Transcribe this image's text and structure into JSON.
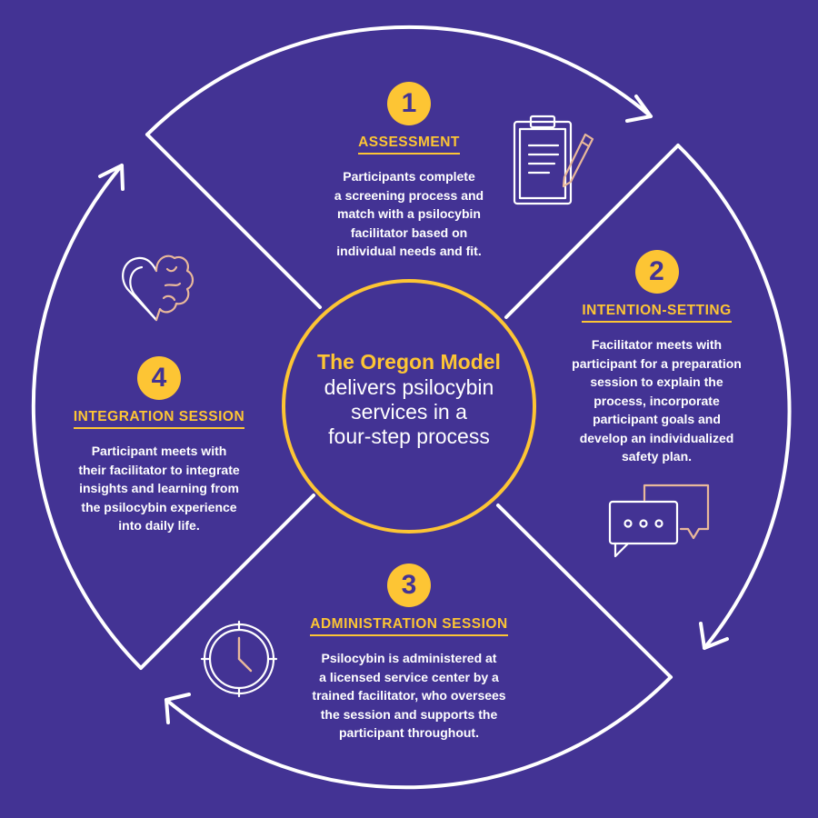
{
  "colors": {
    "background": "#433394",
    "accent": "#fdc534",
    "text": "#ffffff",
    "line": "#ffffff",
    "icon_accent": "#e9b89a"
  },
  "center": {
    "title": "The Oregon Model",
    "body": "delivers psilocybin\nservices in a\nfour-step process"
  },
  "steps": [
    {
      "number": "1",
      "title": "ASSESSMENT",
      "description": "Participants complete\na screening process and\nmatch with a psilocybin\nfacilitator based on\nindividual needs and fit.",
      "icon": "clipboard-pencil-icon"
    },
    {
      "number": "2",
      "title": "INTENTION-SETTING",
      "description": "Facilitator meets with\nparticipant for a preparation\nsession to explain the\nprocess, incorporate\nparticipant goals and\ndevelop an individualized\nsafety plan.",
      "icon": "chat-bubbles-icon"
    },
    {
      "number": "3",
      "title": "ADMINISTRATION SESSION",
      "description": "Psilocybin is administered at\na licensed service center by a\ntrained facilitator, who oversees\nthe session and supports the\nparticipant throughout.",
      "icon": "clock-icon"
    },
    {
      "number": "4",
      "title": "INTEGRATION SESSION",
      "description": "Participant meets with\ntheir facilitator to integrate\ninsights and learning from\nthe psilocybin experience\ninto daily life.",
      "icon": "heart-brain-icon"
    }
  ]
}
